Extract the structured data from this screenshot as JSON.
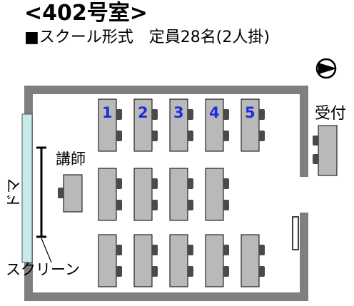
{
  "title": "<402号室>",
  "layout_caption": "■スクール形式　定員28名(2人掛)",
  "labels": {
    "reception": "受付",
    "lecturer": "講師",
    "screen": "スクリーン",
    "door": "ドマ"
  },
  "desk_numbers": [
    "1",
    "2",
    "3",
    "4",
    "5"
  ],
  "colors": {
    "wall": "#7f7f7f",
    "desk": "#b9b9b9",
    "chair": "#4a4a4a",
    "number": "#1e2fd6",
    "screen": "#c7ebeb"
  },
  "icons": [
    "compass-arrow-icon"
  ],
  "rows": [
    {
      "desks": 5
    },
    {
      "desks": 4
    },
    {
      "desks": 5
    }
  ]
}
